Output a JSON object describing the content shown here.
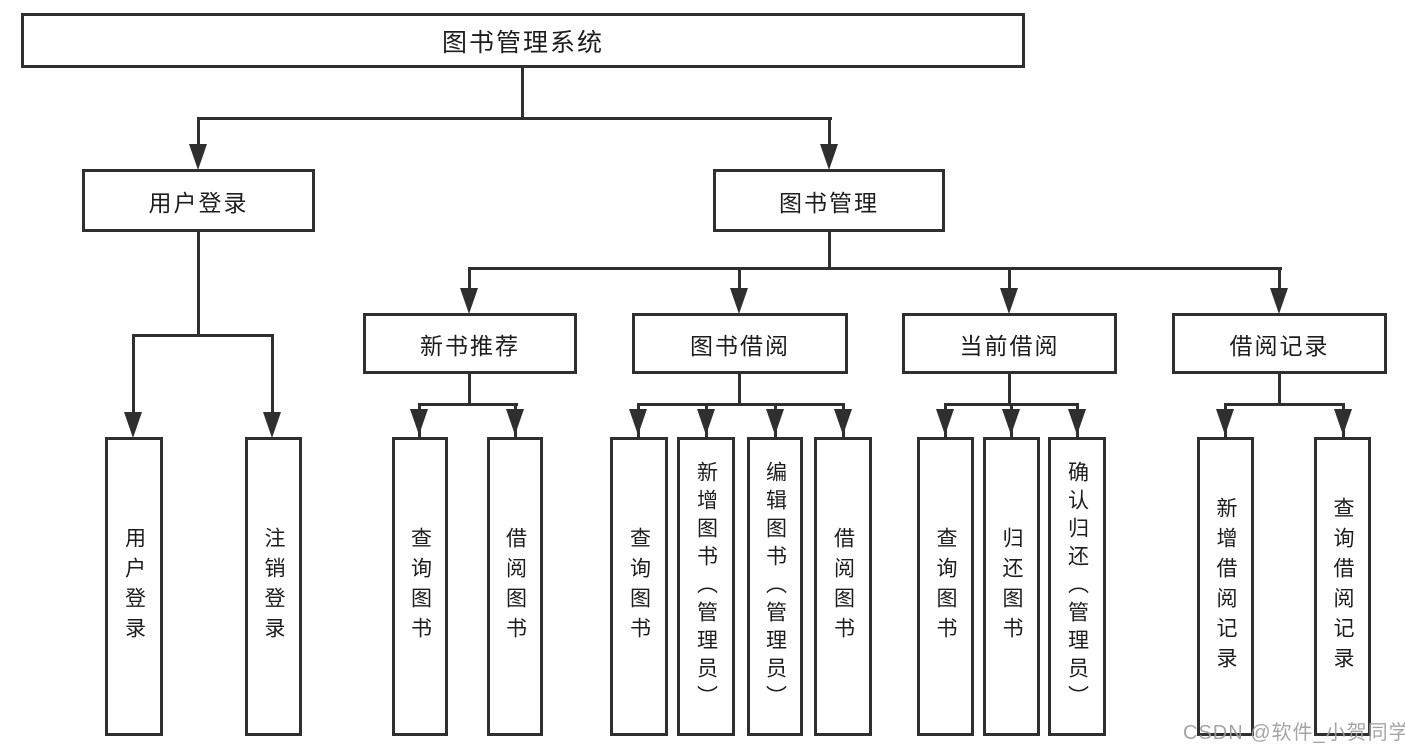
{
  "diagram": {
    "root": {
      "label": "图书管理系统"
    },
    "branches": [
      {
        "label": "用户登录",
        "children": [
          {
            "label": "用户登录"
          },
          {
            "label": "注销登录"
          }
        ]
      },
      {
        "label": "图书管理",
        "children": [
          {
            "label": "新书推荐",
            "children": [
              {
                "label": "查询图书"
              },
              {
                "label": "借阅图书"
              }
            ]
          },
          {
            "label": "图书借阅",
            "children": [
              {
                "label": "查询图书"
              },
              {
                "label": "新增图书（管理员）"
              },
              {
                "label": "编辑图书（管理员）"
              },
              {
                "label": "借阅图书"
              }
            ]
          },
          {
            "label": "当前借阅",
            "children": [
              {
                "label": "查询图书"
              },
              {
                "label": "归还图书"
              },
              {
                "label": "确认归还（管理员）"
              }
            ]
          },
          {
            "label": "借阅记录",
            "children": [
              {
                "label": "新增借阅记录"
              },
              {
                "label": "查询借阅记录"
              }
            ]
          }
        ]
      }
    ]
  },
  "watermark": {
    "text": "CSDN @软件_小贺同学"
  },
  "colors": {
    "line": "#2f2f2f",
    "text": "#1d1d1d",
    "watermark": "#9e9e9e",
    "background": "#ffffff"
  }
}
